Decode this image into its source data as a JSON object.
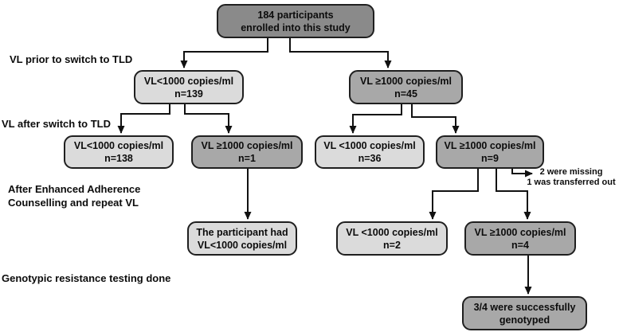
{
  "boxes": {
    "enrolled": {
      "line1": "184 participants",
      "line2": "enrolled into this study"
    },
    "prior_lt1000": {
      "line1": "VL<1000 copies/ml",
      "line2": "n=139"
    },
    "prior_ge1000": {
      "line1": "VL ≥1000 copies/ml",
      "line2": "n=45"
    },
    "after_lt1000_l": {
      "line1": "VL<1000 copies/ml",
      "line2": "n=138"
    },
    "after_ge1000_l": {
      "line1": "VL ≥1000 copies/ml",
      "line2": "n=1"
    },
    "after_lt1000_r": {
      "line1": "VL <1000 copies/ml",
      "line2": "n=36"
    },
    "after_ge1000_r": {
      "line1": "VL ≥1000 copies/ml",
      "line2": "n=9"
    },
    "participant": {
      "line1": "The participant had",
      "line2": "VL<1000 copies/ml"
    },
    "eac_lt1000": {
      "line1": "VL <1000 copies/ml",
      "line2": "n=2"
    },
    "eac_ge1000": {
      "line1": "VL ≥1000 copies/ml",
      "line2": "n=4"
    },
    "genotyped": {
      "line1": "3/4 were successfully",
      "line2": "genotyped"
    }
  },
  "labels": {
    "vl_prior": "VL prior to switch to TLD",
    "vl_after": "VL after switch to TLD",
    "eac_line1": "After Enhanced Adherence",
    "eac_line2": "Counselling and repeat VL",
    "genotypic": "Genotypic resistance testing done",
    "missing_line1": "2 were missing",
    "missing_line2": "1 was transferred out"
  },
  "colors": {
    "dark_box": "#8a8a8a",
    "medium_box": "#a8a8a8",
    "light_box": "#dbdbdb",
    "border": "#1f1f1f",
    "arrow": "#111111"
  }
}
